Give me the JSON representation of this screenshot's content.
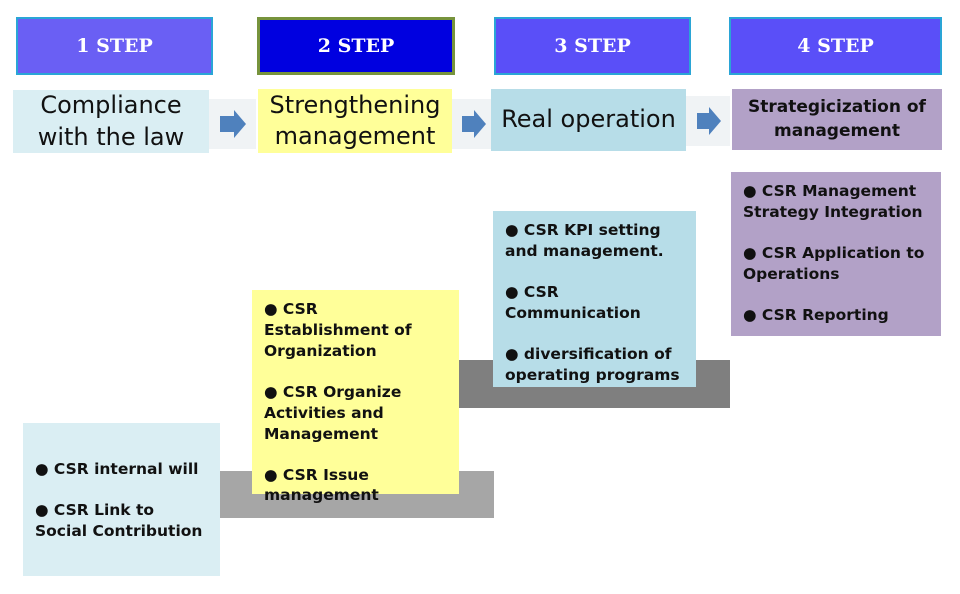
{
  "steps": [
    {
      "header": "1 STEP",
      "title": "Compliance with the law"
    },
    {
      "header": "2 STEP",
      "title": "Strengthening management"
    },
    {
      "header": "3 STEP",
      "title": "Real operation"
    },
    {
      "header": "4 STEP",
      "title": "Strategicization of management"
    }
  ],
  "details": [
    [
      "● CSR internal will",
      "● CSR Link to Social Contribution"
    ],
    [
      "● CSR Establishment of Organization",
      "● CSR Organize Activities and Management",
      "● CSR Issue management"
    ],
    [
      "● CSR KPI setting and management.",
      "● CSR Communication",
      "● diversification of operating programs"
    ],
    [
      "● CSR Management Strategy Integration",
      "● CSR Application to Operations",
      "● CSR Reporting"
    ]
  ],
  "colors": {
    "header1": "#6a5ff4",
    "header2": "#0000e0",
    "header3": "#5a4ff8",
    "header4": "#5a4ff8",
    "title1_bg": "#daeef3",
    "title2_bg": "#ffff99",
    "title3_bg": "#b7dde8",
    "title4_bg": "#b2a1c7",
    "arrow": "#4f81bd",
    "shelf_light": "#a6a6a6",
    "shelf_dark": "#7f7f7f"
  }
}
